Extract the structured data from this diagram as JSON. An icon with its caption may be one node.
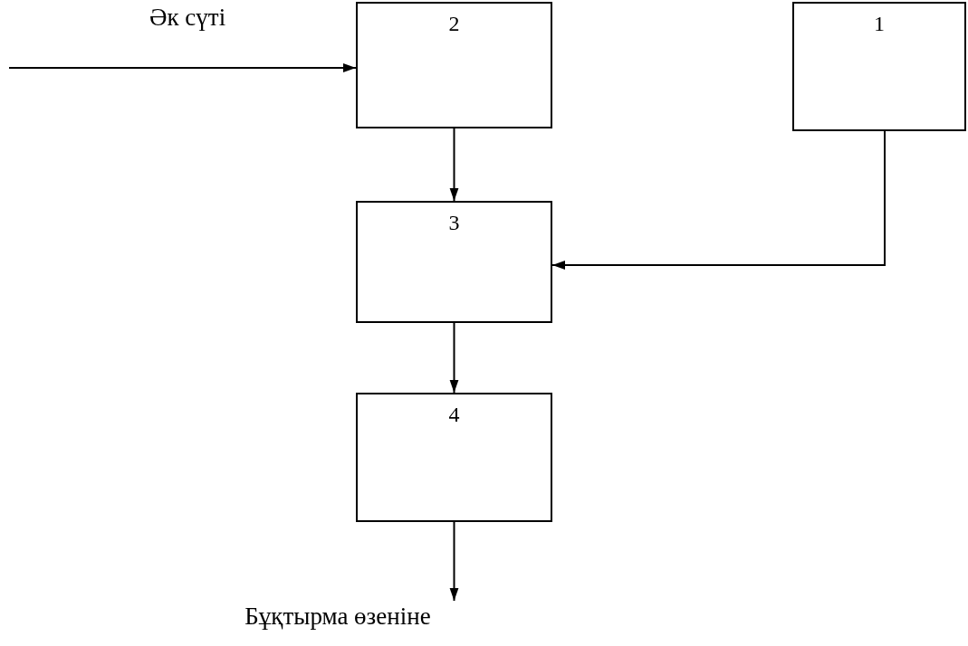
{
  "diagram": {
    "nodes": [
      {
        "text": [
          "2"
        ]
      },
      {
        "text": [
          "1"
        ]
      },
      {
        "text": [
          "3"
        ]
      },
      {
        "text": [
          "4"
        ]
      },
      {
        "text": [
          "Бұқтырма өзеніне"
        ]
      }
    ],
    "edges": [
      {
        "from": null,
        "to": 0,
        "arrow": "to",
        "label": "Әк сүті"
      },
      {
        "from": 0,
        "to": 2,
        "arrow": "to"
      },
      {
        "from": 1,
        "to": 2,
        "arrow": "to"
      },
      {
        "from": 2,
        "to": 3,
        "arrow": "to"
      },
      {
        "from": 3,
        "to": 4,
        "arrow": "to"
      }
    ]
  }
}
